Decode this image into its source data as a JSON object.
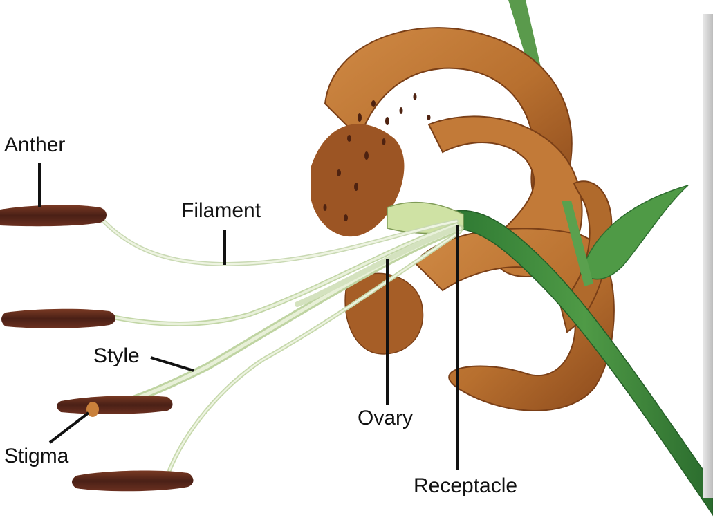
{
  "labels": {
    "anther": "Anther",
    "filament": "Filament",
    "style": "Style",
    "stigma": "Stigma",
    "ovary": "Ovary",
    "receptacle": "Receptacle"
  },
  "colors": {
    "petal": "#b8702f",
    "petal_dark": "#7a3f17",
    "petal_light": "#d69a5a",
    "stem": "#3d8a3f",
    "stem_dark": "#2a6b2d",
    "leaf": "#4f9a46",
    "filament": "#e7efd6",
    "anther": "#5b2a1c",
    "stigma": "#c9803b",
    "leader_line": "#111111",
    "edge_bar": "#cfcfcf"
  }
}
